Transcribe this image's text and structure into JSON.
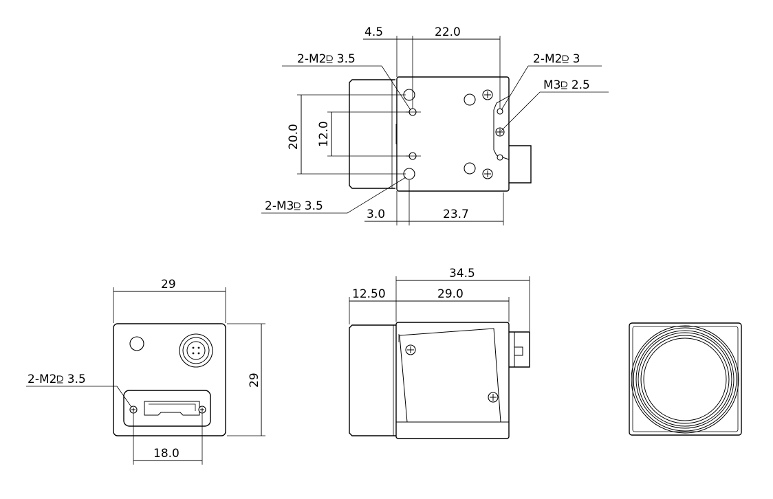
{
  "top_view": {
    "dims": {
      "offset_top": "4.5",
      "width_top": "22.0",
      "vertical_outer": "20.0",
      "vertical_inner": "12.0",
      "offset_bottom": "3.0",
      "width_bottom": "23.7"
    },
    "callouts": {
      "upper_left": "2-M2⫒ 3.5",
      "upper_right": "2-M2⫒ 3",
      "right_mid": "M3⫒ 2.5",
      "lower_left": "2-M3⫒ 3.5"
    }
  },
  "rear_view": {
    "dims": {
      "width": "29",
      "height": "29",
      "connector_span": "18.0"
    },
    "callouts": {
      "left": "2-M2⫒ 3.5"
    }
  },
  "side_view": {
    "dims": {
      "overall": "34.5",
      "lens_length": "12.50",
      "body_length": "29.0"
    }
  }
}
